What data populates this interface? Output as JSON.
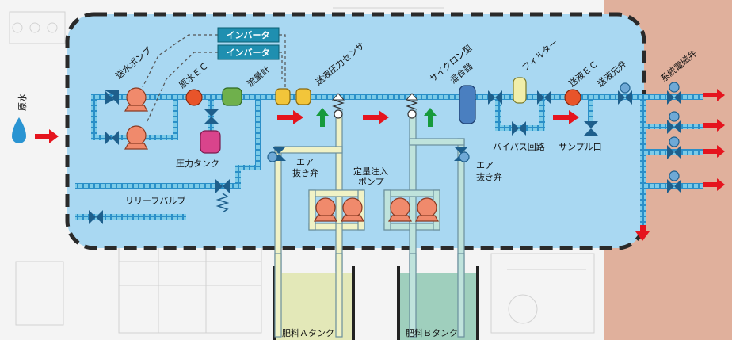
{
  "labels": {
    "source_water": "原水",
    "feed_pump": "送水ポンプ",
    "inverter_1": "インバータ",
    "inverter_2": "インバータ",
    "raw_water_ec": "原水ＥＣ",
    "flow_meter": "流量計",
    "pressure_sensor": "送液圧力センサ",
    "cyclone_mixer_1": "サイクロン型",
    "cyclone_mixer_2": "混合器",
    "filter": "フィルター",
    "feed_ec": "送液ＥＣ",
    "feed_main_valve": "送液元弁",
    "system_valves": "系統電磁弁",
    "pressure_tank": "圧力タンク",
    "relief_valve": "リリーフバルブ",
    "air_vent_left_1": "エア",
    "air_vent_left_2": "抜き弁",
    "dosing_pump_1": "定量注入",
    "dosing_pump_2": "ポンプ",
    "air_vent_right_1": "エア",
    "air_vent_right_2": "抜き弁",
    "bypass": "バイパス回路",
    "sample_port": "サンプル口",
    "tank_a": "肥料Ａタンク",
    "tank_b": "肥料Ｂタンク"
  },
  "colors": {
    "area_fill": "#a9d8f2",
    "right_panel": "#e0b09c",
    "pipe": "#2a8fc8",
    "pipe_outline": "#0b5f93",
    "valve": "#1e5f8c",
    "pump": "#f08a6c",
    "ec_sensor": "#e8542a",
    "flow_meter": "#6fb04c",
    "pressure_sensor": "#f2c53a",
    "pressure_tank": "#d9448c",
    "mixer": "#4a7fc0",
    "filter": "#f0eeaa",
    "arrow_red": "#e5141e",
    "arrow_green": "#179a3c",
    "tank_a_liquid": "#e3e8b8",
    "tank_b_liquid": "#9fcfbd",
    "line_a": "#f0f2c6",
    "line_b": "#bfe3dc",
    "inverter": "#1f8fb0",
    "dash": "#2a2a2a"
  }
}
